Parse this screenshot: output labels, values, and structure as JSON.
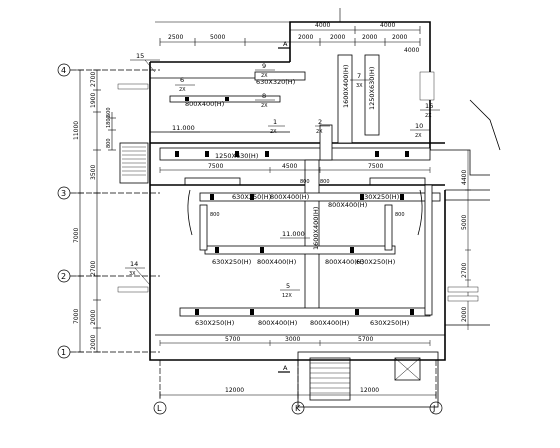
{
  "drawing": {
    "top_dims_row1": [
      "4000",
      "4000"
    ],
    "top_dims_row2": [
      "2500",
      "5000",
      "2000",
      "2000",
      "2000",
      "2000",
      "4000"
    ],
    "left_dims_outer": [
      "11000",
      "7000",
      "7000"
    ],
    "left_dims_inner": [
      "2700",
      "1900",
      "3500",
      "2700",
      "2000",
      "2000"
    ],
    "left_small_dims": [
      "1800",
      "600",
      "800"
    ],
    "right_dims": [
      "4400",
      "5000",
      "2700",
      "2000"
    ],
    "middle_dims_row": [
      "7500",
      "4500",
      "7500"
    ],
    "lower_dims_row": [
      "5700",
      "3000",
      "5700"
    ],
    "bottom_dims": [
      "12000",
      "12000"
    ],
    "row_axes": [
      "4",
      "3",
      "2",
      "1"
    ],
    "col_axes": [
      "L",
      "K",
      "J"
    ],
    "level_marks": [
      "11.000",
      "11.000"
    ],
    "duct_labels": [
      "630X320(H)",
      "1600X400(H)",
      "800X400(H)",
      "1250X630(H)",
      "630X250(H)",
      "800X400(H)",
      "800X400(H)",
      "630X250(H)",
      "630X250(H)",
      "800X400(H)",
      "800X400(H)",
      "630X250(H)",
      "630X250(H)",
      "800X400(H)",
      "800X400(H)",
      "630X250(H)",
      "1600X400(H)",
      "1250X630(H)"
    ],
    "callouts": [
      {
        "num": "15",
        "sub": ""
      },
      {
        "num": "6",
        "sub": "2X"
      },
      {
        "num": "9",
        "sub": "2X"
      },
      {
        "num": "8",
        "sub": "2X"
      },
      {
        "num": "7",
        "sub": "3X"
      },
      {
        "num": "10",
        "sub": "2X"
      },
      {
        "num": "16",
        "sub": "2X"
      },
      {
        "num": "14",
        "sub": "3X"
      },
      {
        "num": "5",
        "sub": "12X"
      },
      {
        "num": "1",
        "sub": "2X"
      },
      {
        "num": "2",
        "sub": "2X"
      }
    ],
    "section_marks": [
      "A",
      "A"
    ],
    "small_800": [
      "800",
      "800",
      "800",
      "800"
    ]
  }
}
